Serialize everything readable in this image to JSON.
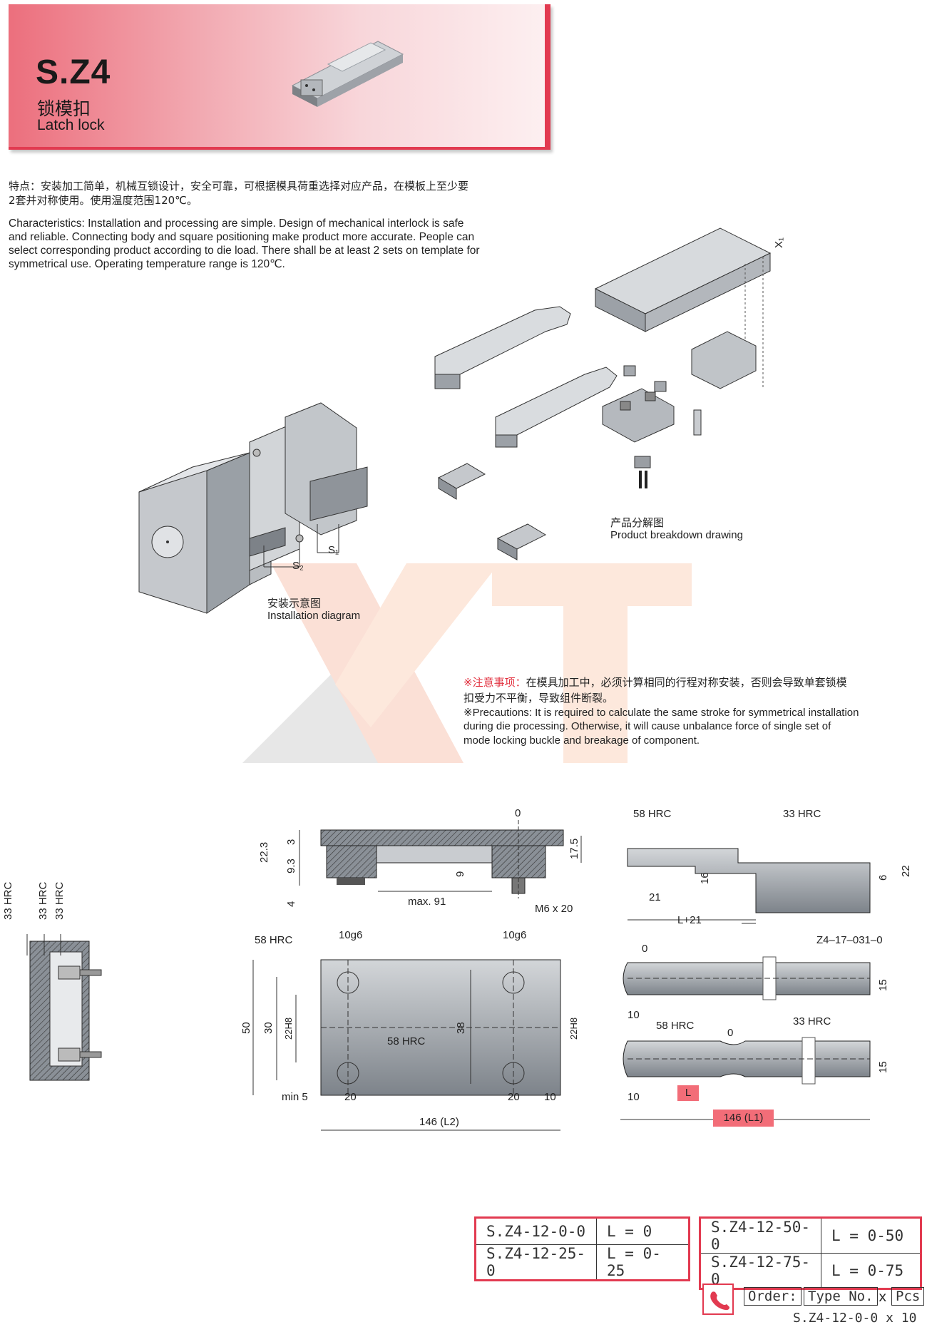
{
  "header": {
    "code": "S.Z4",
    "title_cn": "锁模扣",
    "title_en": "Latch lock"
  },
  "description": {
    "cn_line1": "特点：安装加工简单，机械互锁设计，安全可靠，可根据模具荷重选择对应产品，在模板上至少要",
    "cn_line2": "2套并对称使用。使用温度范围120℃。",
    "en_line1": "Characteristics: Installation and processing are simple. Design of mechanical interlock is safe",
    "en_line2": "and reliable. Connecting body and square positioning make product more accurate. People can",
    "en_line3": "select corresponding product according to die load. There shall be at least 2 sets on template for",
    "en_line4": "symmetrical use. Operating temperature range is 120℃."
  },
  "installation": {
    "caption_cn": "安装示意图",
    "caption_en": "Installation diagram",
    "s1": "S₁",
    "s2": "S₂"
  },
  "breakdown": {
    "caption_cn": "产品分解图",
    "caption_en": "Product breakdown drawing",
    "x1": "X₁"
  },
  "precautions": {
    "prefix_cn": "※注意事项：",
    "cn_line1": "在模具加工中，必须计算相同的行程对称安装，否则会导致单套锁模",
    "cn_line2": "扣受力不平衡，导致组件断裂。",
    "en_line1": "※Precautions: It is required to calculate the same stroke for symmetrical installation",
    "en_line2": "during die processing. Otherwise, it will cause unbalance force of single set of",
    "en_line3": "mode locking buckle and breakage of component."
  },
  "drawing": {
    "side_hrc": [
      "33 HRC",
      "33 HRC",
      "33 HRC"
    ],
    "top": {
      "zero": "0",
      "d22_3": "22.3",
      "d3": "3",
      "d9_3": "9.3",
      "d4": "4",
      "d9": "9",
      "d17_5": "17.5",
      "max91": "max. 91",
      "m6": "M6 x 20"
    },
    "plan": {
      "hrc": "58 HRC",
      "hrc_inner": "58 HRC",
      "g6a": "10g6",
      "g6b": "10g6",
      "d50": "50",
      "d30": "30",
      "d22h8a": "22H8",
      "d38": "38",
      "d22h8b": "22H8",
      "min5": "min 5",
      "d20a": "20",
      "d20b": "20",
      "d10": "10",
      "l2": "146 (L2)"
    },
    "rail": {
      "hrc58": "58 HRC",
      "hrc33": "33 HRC",
      "d16": "16",
      "d21": "21",
      "l21": "L+21",
      "d6": "6",
      "d22": "22",
      "part": "Z4–17–031–0"
    },
    "bars": {
      "zero_a": "0",
      "d15a": "15",
      "d10a": "10",
      "hrc58": "58 HRC",
      "zero_b": "0",
      "hrc33": "33 HRC",
      "d15b": "15",
      "d10b": "10",
      "l": "L",
      "l1": "146 (L1)"
    }
  },
  "table_left": [
    {
      "type": "S.Z4-12-0-0",
      "l": "L = 0"
    },
    {
      "type": "S.Z4-12-25-0",
      "l": "L = 0-25"
    }
  ],
  "table_right": [
    {
      "type": "S.Z4-12-50-0",
      "l": "L = 0-50"
    },
    {
      "type": "S.Z4-12-75-0",
      "l": "L = 0-75"
    }
  ],
  "order": {
    "order_label": "Order:",
    "type_label": "Type No.",
    "x": "x",
    "pcs": "Pcs",
    "example_type": "S.Z4-12-0-0",
    "example_x": "x",
    "example_qty": "10"
  },
  "colors": {
    "accent": "#e23a50",
    "banner_start": "#ec6f7d"
  }
}
